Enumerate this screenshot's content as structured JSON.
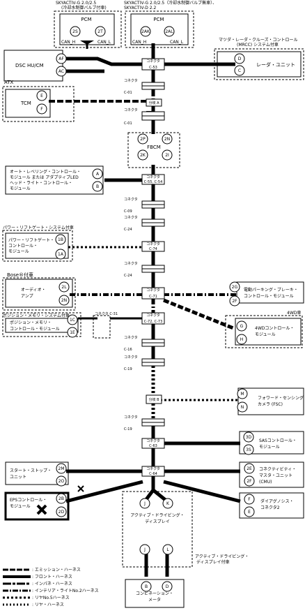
{
  "header": {
    "left_note_1": "SKYACTIV-G 2.0/2.5",
    "left_note_2": "(冷却水制御バルブ付車)",
    "mid_note_1": "SKYACTIV-G 2.0/2.5（冷却水制御バルブ無車）、",
    "mid_note_2": "SKYACTIV-D 2.2",
    "right_note_1": "マツダ・レーダ・クルーズ・コントロール",
    "right_note_2": "(MRCC) システム付車"
  },
  "modules": {
    "pcm1": {
      "label": "PCM",
      "pins": [
        "2S",
        "2T"
      ],
      "can_h": "CAN_H",
      "can_l": "CAN_L"
    },
    "pcm2": {
      "label": "PCM",
      "pins": [
        "2AK",
        "2AL"
      ],
      "can_h": "CAN_H",
      "can_l": "CAN_L"
    },
    "dsc": {
      "label": "DSC HU/CM",
      "pins": [
        "AF",
        "AC"
      ]
    },
    "radar": {
      "label": "レーダ・ユニット",
      "pins": [
        "D",
        "C"
      ]
    },
    "atx_label": "ATX",
    "tcm": {
      "label": "TCM",
      "pins": [
        "E",
        "F"
      ]
    },
    "fbcm": {
      "label": "FBCM",
      "pins": [
        "2P",
        "2N",
        "2K",
        "2I"
      ]
    },
    "leveling": {
      "line1": "オート・レベリング・コントロール・",
      "line2": "モジュール または アダプティブLED",
      "line3": "ヘッド・ライト・コントロール・",
      "line4": "モジュール",
      "pins": [
        "A",
        "B"
      ]
    },
    "plg_note": "パワー・リフトゲート・システム付車",
    "plg": {
      "line1": "パワー・リフトゲート・",
      "line2": "コントロール・",
      "line3": "モジュール",
      "pins": [
        "1B",
        "1A"
      ]
    },
    "bose_note": "Bose®付車",
    "audio": {
      "line1": "オーディオ・",
      "line2": "アンプ",
      "pins": [
        "2L",
        "2N"
      ]
    },
    "epb": {
      "line1": "電動パーキング・ブレーキ・",
      "line2": "コントロール・モジュール",
      "pins": [
        "2G",
        "2F"
      ]
    },
    "fwd_note": "4WD車",
    "fwd": {
      "line1": "4WDコントロール・",
      "line2": "モジュール",
      "pins": [
        "G",
        "H"
      ]
    },
    "posmem_note": "ポジション・メモリ・システム付車",
    "posmem": {
      "line1": "ポジション・メモリ・",
      "line2": "コントロール・モジュール",
      "pins": [
        "1C",
        "1E"
      ]
    },
    "c31_label": "コネクタ C-31",
    "fsc": {
      "line1": "フォワード・センシング・",
      "line2": "カメラ (FSC)",
      "pins": [
        "M",
        "N"
      ]
    },
    "sas": {
      "line1": "SASコントロール・",
      "line2": "モジュール",
      "pins": [
        "3D",
        "3S"
      ]
    },
    "ss": {
      "line1": "スタート・ストップ・",
      "line2": "ユニット",
      "pins": [
        "2M",
        "2O"
      ]
    },
    "cmu": {
      "line1": "コネクティビティ・",
      "line2": "マスタ・ユニット",
      "line3": "(CMU)",
      "pins": [
        "2E",
        "2F"
      ]
    },
    "eps": {
      "line1": "EPSコントロール・",
      "line2": "モジュール",
      "pins": [
        "2B",
        "2D"
      ]
    },
    "dlc": {
      "line1": "ダイアグノシス・",
      "line2": "コネクタ2",
      "pins": [
        "F",
        "E"
      ]
    },
    "adisp": {
      "line1": "アクティブ・ドライビング・",
      "line2": "ディスプレイ",
      "pins": [
        "J",
        "K",
        "J",
        "L"
      ]
    },
    "adisp_note_1": "アクティブ・ドライビング・",
    "adisp_note_2": "ディスプレイ付車",
    "combo": {
      "line1": "コンビネーション・",
      "line2": "メータ",
      "pins": [
        "B",
        "D"
      ]
    }
  },
  "connectors": {
    "c53": {
      "small": "コネクタ",
      "id": "C-53"
    },
    "c01a": {
      "small": "コネクタ",
      "id": "C-01"
    },
    "splice_a": {
      "id": "分岐 A"
    },
    "c01b": {
      "small": "コネクタ",
      "id": "C-01"
    },
    "c55": {
      "small": "コネクタ",
      "id": "C-55, C-54"
    },
    "c09": {
      "small": "コネクタ",
      "id": "C-09"
    },
    "c24a": {
      "small": "コネクタ",
      "id": "C-24"
    },
    "c74": {
      "small": "コネクタ",
      "id": "C-74"
    },
    "c24b": {
      "small": "コネクタ",
      "id": "C-24"
    },
    "c71": {
      "small": "コネクタ",
      "id": "C-71"
    },
    "c72": {
      "small": "コネクタ",
      "id": "C-72, C-73"
    },
    "c16": {
      "small": "コネクタ",
      "id": "C-16"
    },
    "c19a": {
      "small": "コネクタ",
      "id": "C-19"
    },
    "splice_b": {
      "id": "分岐 B"
    },
    "c19b": {
      "small": "コネクタ",
      "id": "C-19"
    },
    "c63": {
      "small": "コネクタ",
      "id": "C-63"
    },
    "c64": {
      "small": "コネクタ",
      "id": "C-64"
    }
  },
  "legend": [
    {
      "label": ": エミッション・ハーネス"
    },
    {
      "label": ": フロント・ハーネス"
    },
    {
      "label": ": インパネ・ハーネス"
    },
    {
      "label": ": インテリア・ライトNo.2ハーネス"
    },
    {
      "label": ": リヤNo.5ハーネス"
    },
    {
      "label": ": リヤ・ハーネス"
    }
  ]
}
